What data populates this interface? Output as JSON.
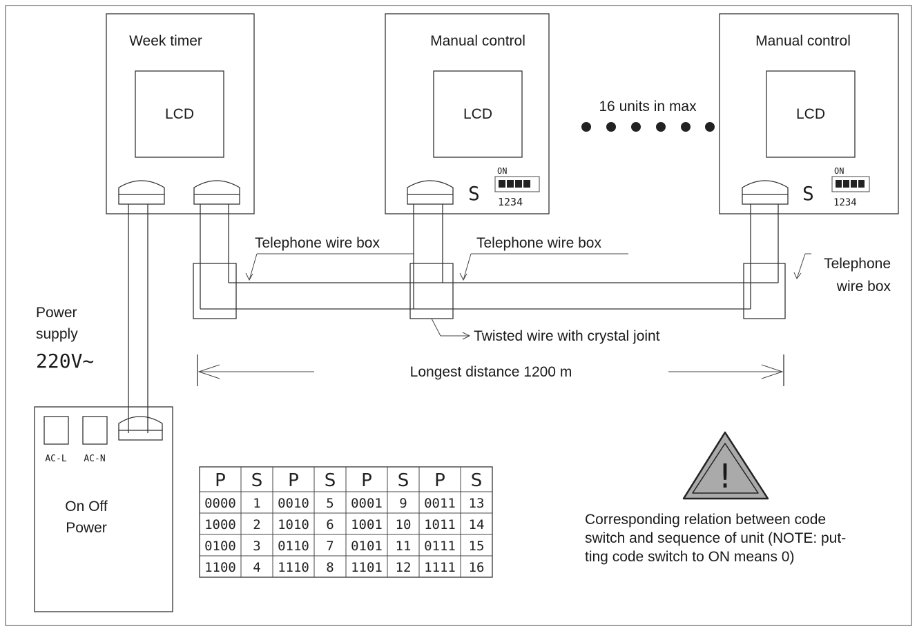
{
  "week_timer": {
    "title": "Week timer",
    "screen": "LCD"
  },
  "manual_control_1": {
    "title": "Manual control",
    "screen": "LCD",
    "switch_letter": "S",
    "dip_on": "ON",
    "dip_numbers": "1234"
  },
  "manual_control_2": {
    "title": "Manual control",
    "screen": "LCD",
    "switch_letter": "S",
    "dip_on": "ON",
    "dip_numbers": "1234"
  },
  "max_units": "16 units in max",
  "wire_box_1": "Telephone wire box",
  "wire_box_2": "Telephone wire box",
  "wire_box_3_line1": "Telephone",
  "wire_box_3_line2": "wire box",
  "twisted_wire": "Twisted wire with crystal joint",
  "distance": "Longest distance 1200 m",
  "power_supply_line1": "Power",
  "power_supply_line2": "supply",
  "voltage": "220V~",
  "power_box": {
    "terminal_l": "AC-L",
    "terminal_n": "AC-N",
    "line1": "On Off",
    "line2": "Power"
  },
  "code_table": {
    "headers": [
      "P",
      "S",
      "P",
      "S",
      "P",
      "S",
      "P",
      "S"
    ],
    "rows": [
      [
        "0000",
        "1",
        "0010",
        "5",
        "0001",
        "9",
        "0011",
        "13"
      ],
      [
        "1000",
        "2",
        "1010",
        "6",
        "1001",
        "10",
        "1011",
        "14"
      ],
      [
        "0100",
        "3",
        "0110",
        "7",
        "0101",
        "11",
        "0111",
        "15"
      ],
      [
        "1100",
        "4",
        "1110",
        "8",
        "1101",
        "12",
        "1111",
        "16"
      ]
    ]
  },
  "warning_symbol": "!",
  "note_line1": "Corresponding relation between code",
  "note_line2": "switch and sequence of unit (NOTE: put-",
  "note_line3": "ting code switch to ON means 0)"
}
